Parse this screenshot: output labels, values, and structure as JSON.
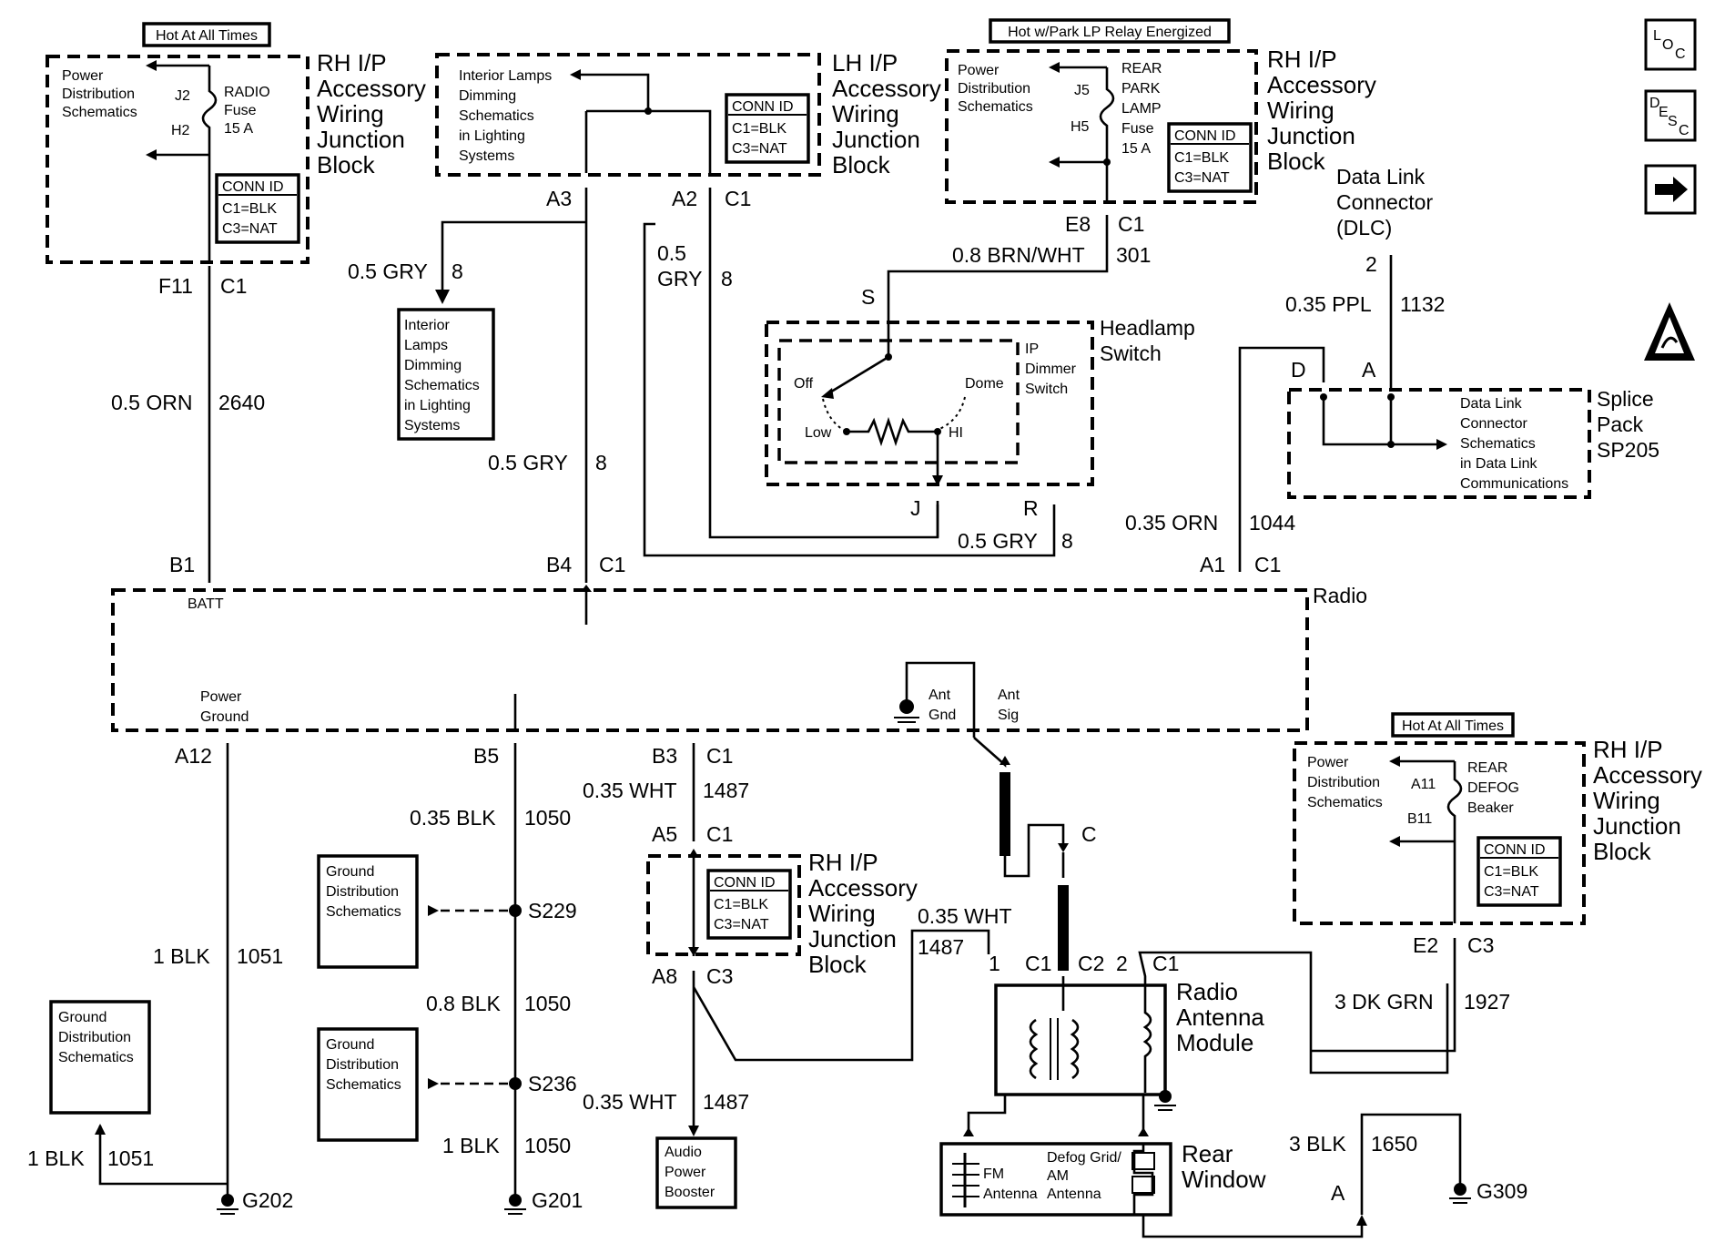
{
  "nav": {
    "loc": "LOC",
    "desc": "DESC",
    "next": "next-page"
  },
  "headers": {
    "hot_left": "Hot At All Times",
    "hot_park": "Hot w/Park LP Relay Energized",
    "hot_right": "Hot At All Times"
  },
  "blocks": {
    "rh_jb_name": [
      "RH I/P",
      "Accessory",
      "Wiring",
      "Junction",
      "Block"
    ],
    "lh_jb_name": [
      "LH I/P",
      "Accessory",
      "Wiring",
      "Junction",
      "Block"
    ],
    "power_dist": [
      "Power",
      "Distribution",
      "Schematics"
    ],
    "radio_fuse": [
      "RADIO",
      "Fuse",
      "15 A"
    ],
    "rear_park_fuse": [
      "REAR",
      "PARK",
      "LAMP",
      "Fuse",
      "15 A"
    ],
    "rear_defog": [
      "REAR",
      "DEFOG",
      "Beaker"
    ],
    "interior_lamps_top": [
      "Interior Lamps",
      "Dimming",
      "Schematics",
      "in Lighting",
      "Systems"
    ],
    "interior_lamps_box": [
      "Interior",
      "Lamps",
      "Dimming",
      "Schematics",
      "in Lighting",
      "Systems"
    ],
    "conn_id": [
      "CONN ID",
      "C1=BLK",
      "C3=NAT"
    ],
    "headlamp_switch": [
      "Headlamp",
      "Switch"
    ],
    "ip_dimmer": [
      "IP",
      "Dimmer",
      "Switch"
    ],
    "dimmer_positions": {
      "off": "Off",
      "dome": "Dome",
      "low": "Low",
      "hi": "HI"
    },
    "dlc": [
      "Data Link",
      "Connector",
      "(DLC)"
    ],
    "splice_pack": [
      "Splice",
      "Pack",
      "SP205"
    ],
    "dlc_schem": [
      "Data Link",
      "Connector",
      "Schematics",
      "in Data Link",
      "Communications"
    ],
    "radio": "Radio",
    "batt": "BATT",
    "power_ground": [
      "Power",
      "Ground"
    ],
    "ant_gnd": [
      "Ant",
      "Gnd"
    ],
    "ant_sig": [
      "Ant",
      "Sig"
    ],
    "ground_dist": [
      "Ground",
      "Distribution",
      "Schematics"
    ],
    "audio_booster": [
      "Audio",
      "Power",
      "Booster"
    ],
    "radio_antenna_module": [
      "Radio",
      "Antenna",
      "Module"
    ],
    "fm_antenna": [
      "FM",
      "Antenna"
    ],
    "defog_grid": [
      "Defog Grid/",
      "AM",
      "Antenna"
    ],
    "rear_window": [
      "Rear",
      "Window"
    ]
  },
  "pins": {
    "j2": "J2",
    "h2": "H2",
    "f11": "F11",
    "c1": "C1",
    "a3": "A3",
    "a2": "A2",
    "j5": "J5",
    "h5": "H5",
    "e8": "E8",
    "s": "S",
    "j": "J",
    "r": "R",
    "dlc2": "2",
    "d": "D",
    "a": "A",
    "b1": "B1",
    "b4": "B4",
    "a1": "A1",
    "a12": "A12",
    "b5": "B5",
    "b3": "B3",
    "a5": "A5",
    "a8": "A8",
    "c3": "C3",
    "cc": "C",
    "p1": "1",
    "c2": "C2",
    "p2": "2",
    "a11": "A11",
    "b11": "B11",
    "e2": "E2",
    "pa": "A"
  },
  "wires": {
    "w_2640": [
      "0.5 ORN",
      "2640"
    ],
    "w_gry8_left": [
      "0.5 GRY",
      "8"
    ],
    "w_gry8_a2": [
      "0.5",
      "GRY",
      "8"
    ],
    "w_gry8_mid": [
      "0.5 GRY",
      "8"
    ],
    "w_gry8_r": [
      "0.5 GRY",
      "8"
    ],
    "w_301": [
      "0.8 BRN/WHT",
      "301"
    ],
    "w_1132": [
      "0.35 PPL",
      "1132"
    ],
    "w_1044": [
      "0.35 ORN",
      "1044"
    ],
    "w_1051": [
      "1 BLK",
      "1051"
    ],
    "w_1051b": [
      "1 BLK",
      "1051"
    ],
    "w_1050a": [
      "0.35 BLK",
      "1050"
    ],
    "w_1050b": [
      "0.8 BLK",
      "1050"
    ],
    "w_1050c": [
      "1 BLK",
      "1050"
    ],
    "w_1487a": [
      "0.35 WHT",
      "1487"
    ],
    "w_1487b": [
      "0.35 WHT",
      "1487"
    ],
    "w_1487c": [
      "0.35 WHT",
      "1487"
    ],
    "w_1927": [
      "3 DK GRN",
      "1927"
    ],
    "w_1650": [
      "3 BLK",
      "1650"
    ]
  },
  "splices": {
    "s229": "S229",
    "s236": "S236"
  },
  "grounds": {
    "g202": "G202",
    "g201": "G201",
    "g309": "G309"
  }
}
